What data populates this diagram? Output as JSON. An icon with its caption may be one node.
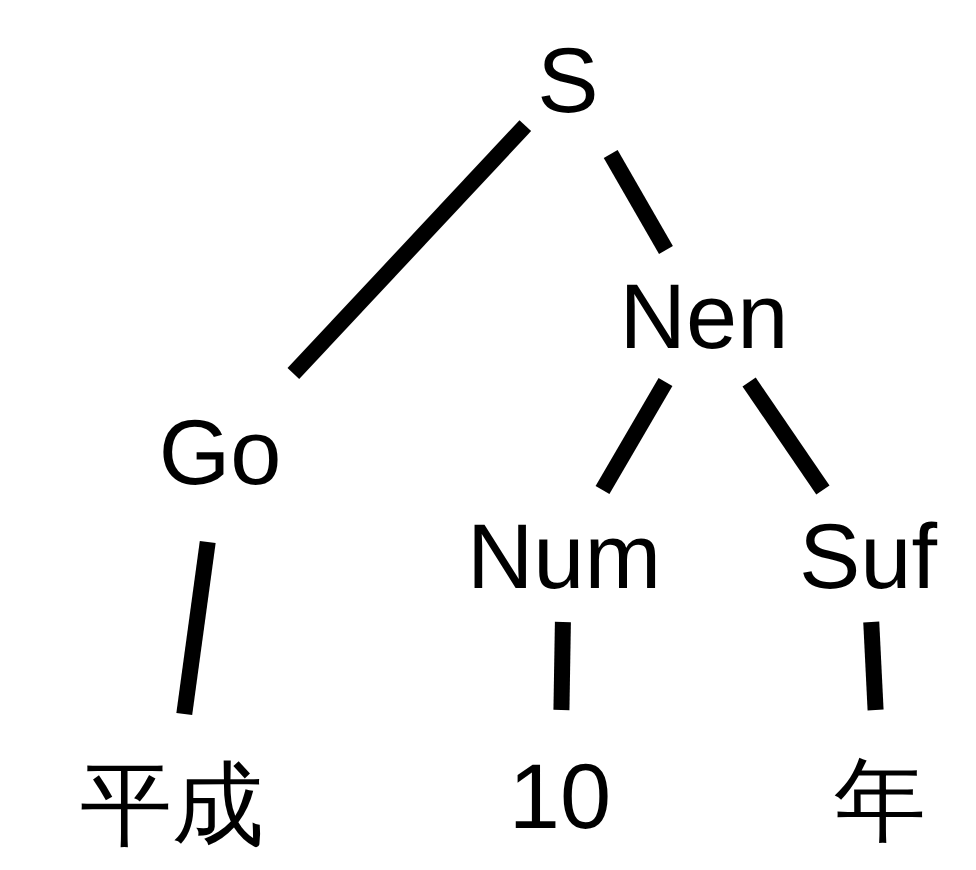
{
  "diagram": {
    "nodes": [
      {
        "text": [
          "S"
        ]
      },
      {
        "text": [
          "Go"
        ]
      },
      {
        "text": [
          "Nen"
        ]
      },
      {
        "text": [
          "平成"
        ]
      },
      {
        "text": [
          "Num"
        ]
      },
      {
        "text": [
          "Suf"
        ]
      },
      {
        "text": [
          "10"
        ]
      },
      {
        "text": [
          "年"
        ]
      }
    ],
    "edges": [
      {
        "from": 0,
        "to": 1,
        "arrow": "none"
      },
      {
        "from": 0,
        "to": 2,
        "arrow": "none"
      },
      {
        "from": 1,
        "to": 3,
        "arrow": "none"
      },
      {
        "from": 2,
        "to": 4,
        "arrow": "none"
      },
      {
        "from": 2,
        "to": 5,
        "arrow": "none"
      },
      {
        "from": 4,
        "to": 6,
        "arrow": "none"
      },
      {
        "from": 5,
        "to": 7,
        "arrow": "none"
      }
    ]
  }
}
